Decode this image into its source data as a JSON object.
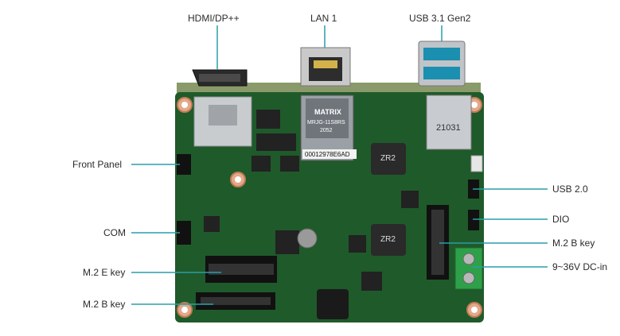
{
  "top_labels": {
    "hdmi": "HDMI/DP++",
    "lan": "LAN 1",
    "usb31": "USB 3.1 Gen2"
  },
  "left_labels": {
    "front_panel": "Front Panel",
    "com": "COM",
    "m2_e": "M.2 E key",
    "m2_b": "M.2 B key"
  },
  "right_labels": {
    "usb20": "USB 2.0",
    "dio": "DIO",
    "m2_b": "M.2 B key",
    "dc_in": "9~36V DC-in"
  },
  "board_markings": {
    "matrix_brand": "MATRIX",
    "matrix_part": "MRJG-11S8RS",
    "matrix_code": "2052",
    "sticker": "00012978E6AD",
    "usb_code": "21031",
    "inductor_a": "ZR2",
    "inductor_b": "ZR2"
  },
  "colors": {
    "pcb": "#1f5a2a",
    "leader_line": "#2a9da8",
    "hole_ring": "#e2a98a"
  }
}
